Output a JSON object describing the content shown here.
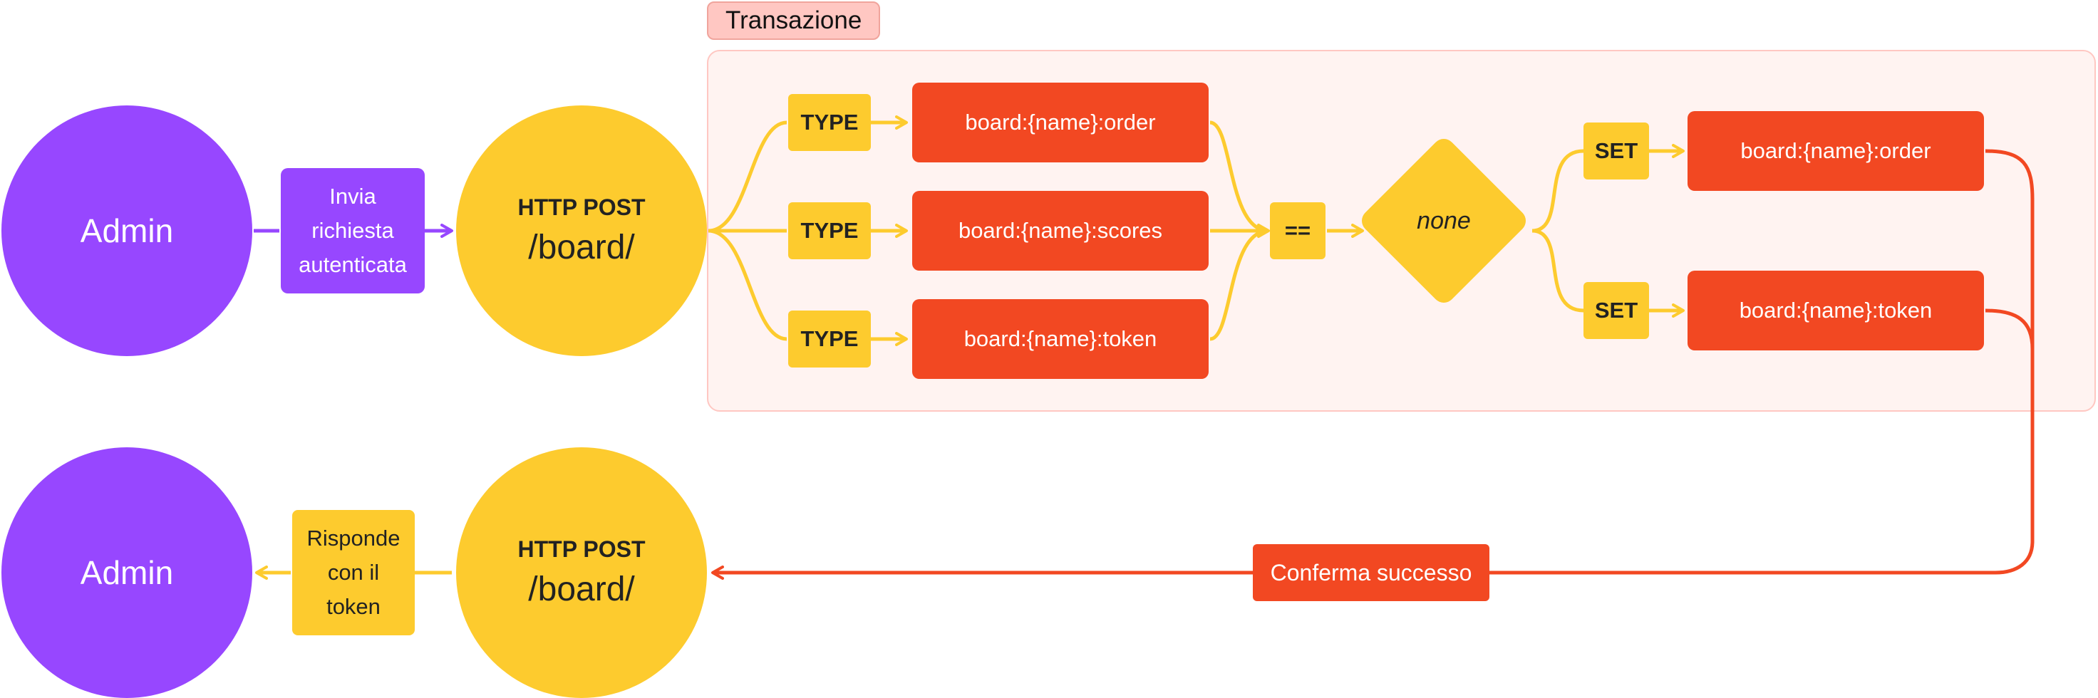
{
  "transaction": {
    "title": "Transazione"
  },
  "top_flow": {
    "admin_label": "Admin",
    "request_label": {
      "line1": "Invia",
      "line2": "richiesta",
      "line3": "autenticata"
    },
    "endpoint": {
      "method": "HTTP POST",
      "path": "/board/"
    }
  },
  "type_checks": [
    {
      "command": "TYPE",
      "key": "board:{name}:order"
    },
    {
      "command": "TYPE",
      "key": "board:{name}:scores"
    },
    {
      "command": "TYPE",
      "key": "board:{name}:token"
    }
  ],
  "comparison": {
    "operator": "==",
    "value": "none"
  },
  "set_ops": [
    {
      "command": "SET",
      "key": "board:{name}:order"
    },
    {
      "command": "SET",
      "key": "board:{name}:token"
    }
  ],
  "bottom_flow": {
    "admin_label": "Admin",
    "response_label": {
      "line1": "Risponde",
      "line2": "con il",
      "line3": "token"
    },
    "endpoint": {
      "method": "HTTP POST",
      "path": "/board/"
    },
    "confirm_label": "Conferma successo"
  },
  "colors": {
    "purple": "#9747ff",
    "yellow": "#fdcb2e",
    "red": "#f24822",
    "transaction_fill": "#fff3f1",
    "transaction_border": "#ffc7c2"
  }
}
